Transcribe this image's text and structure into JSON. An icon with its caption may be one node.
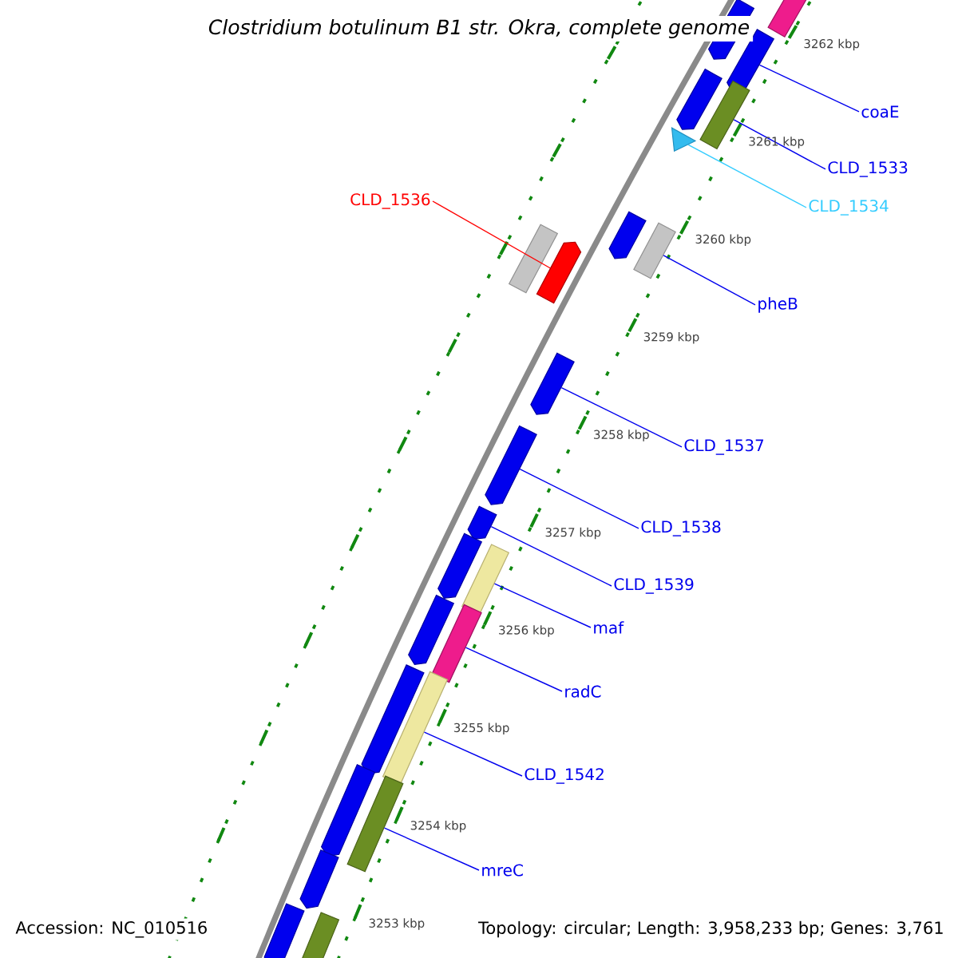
{
  "diagram": {
    "title": "Clostridium botulinum B1 str. Okra, complete genome",
    "nodes": [
      {
        "text": [
          "coaE"
        ]
      },
      {
        "text": [
          "CLD_1533"
        ]
      },
      {
        "text": [
          "CLD_1534"
        ]
      },
      {
        "text": [
          "CLD_1536"
        ]
      },
      {
        "text": [
          "pheB"
        ]
      },
      {
        "text": [
          "CLD_1537"
        ]
      },
      {
        "text": [
          "CLD_1538"
        ]
      },
      {
        "text": [
          "CLD_1539"
        ]
      },
      {
        "text": [
          "maf"
        ]
      },
      {
        "text": [
          "radC"
        ]
      },
      {
        "text": [
          "CLD_1542"
        ]
      },
      {
        "text": [
          "mreC"
        ]
      },
      {
        "text": [],
        "shape": "arrow"
      },
      {
        "text": [],
        "shape": "box"
      },
      {
        "text": [],
        "shape": "triangle"
      },
      {
        "text": [],
        "shape": "arrow"
      },
      {
        "text": [],
        "shape": "box"
      },
      {
        "text": [],
        "shape": "arrow"
      },
      {
        "text": [],
        "shape": "arrow"
      },
      {
        "text": [],
        "shape": "arrow"
      },
      {
        "text": [],
        "shape": "box"
      },
      {
        "text": [],
        "shape": "box"
      },
      {
        "text": [],
        "shape": "box"
      },
      {
        "text": [],
        "shape": "box"
      },
      {
        "text": [],
        "shape": "arrow"
      },
      {
        "text": [],
        "shape": "box"
      },
      {
        "text": [],
        "shape": "arrow"
      },
      {
        "text": [],
        "shape": "arrow"
      },
      {
        "text": [],
        "shape": "box"
      },
      {
        "text": [],
        "shape": "arrow"
      },
      {
        "text": [],
        "shape": "arrow"
      },
      {
        "text": [],
        "shape": "arrow"
      },
      {
        "text": [],
        "shape": "arrow"
      },
      {
        "text": [],
        "shape": "arrow"
      },
      {
        "text": [],
        "shape": "arrow"
      },
      {
        "text": [],
        "shape": "box"
      }
    ],
    "edges": [
      {
        "from": 0,
        "to": 12,
        "arrow": "none"
      },
      {
        "from": 1,
        "to": 13,
        "arrow": "none"
      },
      {
        "from": 2,
        "to": 14,
        "arrow": "none",
        "color": "#33ccff"
      },
      {
        "from": 3,
        "to": 15,
        "arrow": "none",
        "color": "#ff0000"
      },
      {
        "from": 4,
        "to": 16,
        "arrow": "none"
      },
      {
        "from": 5,
        "to": 17,
        "arrow": "none"
      },
      {
        "from": 6,
        "to": 18,
        "arrow": "none"
      },
      {
        "from": 7,
        "to": 19,
        "arrow": "none"
      },
      {
        "from": 8,
        "to": 20,
        "arrow": "none"
      },
      {
        "from": 9,
        "to": 21,
        "arrow": "none"
      },
      {
        "from": 10,
        "to": 22,
        "arrow": "none"
      },
      {
        "from": 11,
        "to": 23,
        "arrow": "none"
      }
    ],
    "labels": [
      "3262 kbp",
      "3261 kbp",
      "3260 kbp",
      "3259 kbp",
      "3258 kbp",
      "3257 kbp",
      "3256 kbp",
      "3255 kbp",
      "3254 kbp",
      "3253 kbp",
      "Accession: NC_010516",
      "Topology: circular; Length: 3,958,233 bp; Genes: 3,761"
    ]
  }
}
